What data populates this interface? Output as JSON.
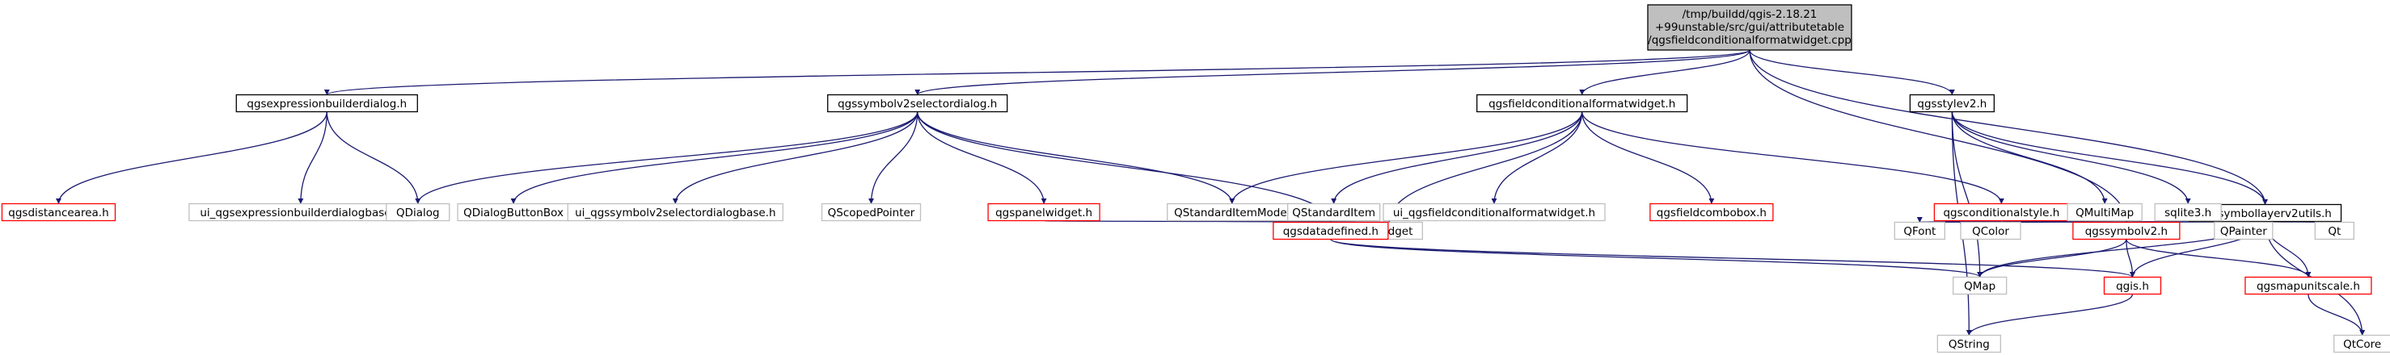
{
  "diagram": {
    "type": "include-dependency-graph",
    "root": {
      "label_lines": [
        "/tmp/buildd/qgis-2.18.21",
        "+99unstable/src/gui/attributetable",
        "/qgsfieldconditionalformatwidget.cpp"
      ]
    },
    "nodes": [
      {
        "id": "expr_dlg",
        "label": "qgsexpressionbuilderdialog.h",
        "style": "normal"
      },
      {
        "id": "sym_sel_dlg",
        "label": "qgssymbolv2selectordialog.h",
        "style": "normal"
      },
      {
        "id": "fcfw",
        "label": "qgsfieldconditionalformatwidget.h",
        "style": "normal"
      },
      {
        "id": "stylev2",
        "label": "qgsstylev2.h",
        "style": "normal"
      },
      {
        "id": "symlayer_utils",
        "label": "qgssymbollayerv2utils.h",
        "style": "normal"
      },
      {
        "id": "distancearea",
        "label": "qgsdistancearea.h",
        "style": "red"
      },
      {
        "id": "ui_expr",
        "label": "ui_qgsexpressionbuilderdialogbase.h",
        "style": "gray"
      },
      {
        "id": "qdialog",
        "label": "QDialog",
        "style": "gray"
      },
      {
        "id": "qdialogbuttonbox",
        "label": "QDialogButtonBox",
        "style": "gray"
      },
      {
        "id": "ui_symsel",
        "label": "ui_qgssymbolv2selectordialogbase.h",
        "style": "gray"
      },
      {
        "id": "qscopedpointer",
        "label": "QScopedPointer",
        "style": "gray"
      },
      {
        "id": "panelwidget",
        "label": "qgspanelwidget.h",
        "style": "red"
      },
      {
        "id": "qstditemmodel",
        "label": "QStandardItemModel",
        "style": "gray"
      },
      {
        "id": "qstditem",
        "label": "QStandardItem",
        "style": "gray"
      },
      {
        "id": "ui_fcfw",
        "label": "ui_qgsfieldconditionalformatwidget.h",
        "style": "gray"
      },
      {
        "id": "fieldcombobox",
        "label": "qgsfieldcombobox.h",
        "style": "red"
      },
      {
        "id": "condstyle",
        "label": "qgsconditionalstyle.h",
        "style": "red"
      },
      {
        "id": "qmultimap",
        "label": "QMultiMap",
        "style": "gray"
      },
      {
        "id": "sqlite3",
        "label": "sqlite3.h",
        "style": "gray"
      },
      {
        "id": "qwidget",
        "label": "QWidget",
        "style": "gray"
      },
      {
        "id": "datadefined",
        "label": "qgsdatadefined.h",
        "style": "red"
      },
      {
        "id": "qfont",
        "label": "QFont",
        "style": "gray"
      },
      {
        "id": "qcolor",
        "label": "QColor",
        "style": "gray"
      },
      {
        "id": "symbolv2",
        "label": "qgssymbolv2.h",
        "style": "red"
      },
      {
        "id": "qpainter",
        "label": "QPainter",
        "style": "gray"
      },
      {
        "id": "qt",
        "label": "Qt",
        "style": "gray"
      },
      {
        "id": "qmap",
        "label": "QMap",
        "style": "gray"
      },
      {
        "id": "qgis",
        "label": "qgis.h",
        "style": "red"
      },
      {
        "id": "mapunitscale",
        "label": "qgsmapunitscale.h",
        "style": "red"
      },
      {
        "id": "qstring",
        "label": "QString",
        "style": "gray"
      },
      {
        "id": "qtcore",
        "label": "QtCore",
        "style": "gray"
      }
    ],
    "edges": [
      [
        "root",
        "expr_dlg"
      ],
      [
        "root",
        "sym_sel_dlg"
      ],
      [
        "root",
        "fcfw"
      ],
      [
        "root",
        "stylev2"
      ],
      [
        "root",
        "symlayer_utils"
      ],
      [
        "root",
        "symbolv2"
      ],
      [
        "expr_dlg",
        "distancearea"
      ],
      [
        "expr_dlg",
        "ui_expr"
      ],
      [
        "expr_dlg",
        "qdialog"
      ],
      [
        "sym_sel_dlg",
        "qdialog"
      ],
      [
        "sym_sel_dlg",
        "qdialogbuttonbox"
      ],
      [
        "sym_sel_dlg",
        "ui_symsel"
      ],
      [
        "sym_sel_dlg",
        "qscopedpointer"
      ],
      [
        "sym_sel_dlg",
        "panelwidget"
      ],
      [
        "sym_sel_dlg",
        "qstditemmodel"
      ],
      [
        "sym_sel_dlg",
        "datadefined"
      ],
      [
        "panelwidget",
        "qwidget"
      ],
      [
        "fcfw",
        "qstditemmodel"
      ],
      [
        "fcfw",
        "qstditem"
      ],
      [
        "fcfw",
        "ui_fcfw"
      ],
      [
        "fcfw",
        "fieldcombobox"
      ],
      [
        "fcfw",
        "condstyle"
      ],
      [
        "fcfw",
        "qwidget"
      ],
      [
        "stylev2",
        "qmultimap"
      ],
      [
        "stylev2",
        "sqlite3"
      ],
      [
        "stylev2",
        "symlayer_utils"
      ],
      [
        "stylev2",
        "qmap"
      ],
      [
        "stylev2",
        "qstring"
      ],
      [
        "condstyle",
        "qfont"
      ],
      [
        "condstyle",
        "qcolor"
      ],
      [
        "condstyle",
        "symbolv2"
      ],
      [
        "symlayer_utils",
        "qfont"
      ],
      [
        "symlayer_utils",
        "qcolor"
      ],
      [
        "symlayer_utils",
        "symbolv2"
      ],
      [
        "symlayer_utils",
        "qpainter"
      ],
      [
        "symlayer_utils",
        "qt"
      ],
      [
        "symlayer_utils",
        "qmap"
      ],
      [
        "symlayer_utils",
        "qgis"
      ],
      [
        "symlayer_utils",
        "mapunitscale"
      ],
      [
        "symlayer_utils",
        "qtcore"
      ],
      [
        "datadefined",
        "qmap"
      ],
      [
        "datadefined",
        "qgis"
      ],
      [
        "symbolv2",
        "qmap"
      ],
      [
        "symbolv2",
        "qgis"
      ],
      [
        "symbolv2",
        "mapunitscale"
      ],
      [
        "qgis",
        "qstring"
      ],
      [
        "mapunitscale",
        "qtcore"
      ]
    ],
    "colors": {
      "edge": "#191970",
      "root_fill": "#bfbfbf",
      "border_normal": "#000000",
      "border_red": "#ff0000",
      "border_gray": "#bfbfbf",
      "node_fill": "#ffffff",
      "text": "#000000"
    }
  }
}
